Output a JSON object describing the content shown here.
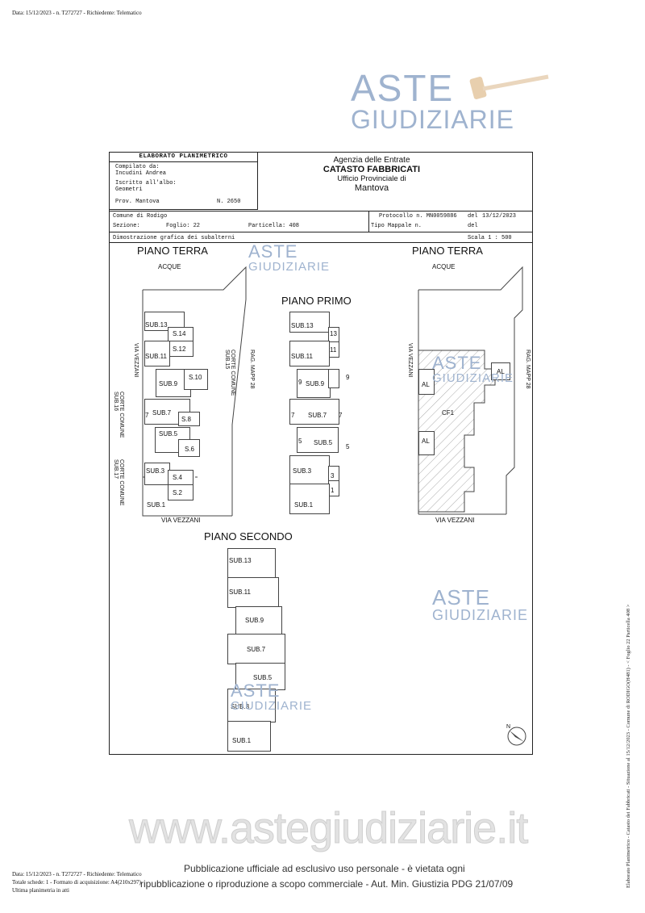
{
  "top_note": "Data: 15/12/2023 - n. T272727 - Richiedente: Telematico",
  "watermark": {
    "aste": "ASTE",
    "giudiziarie": "GIUDIZIARIE",
    "url": "www.astegiudiziarie.it"
  },
  "header": {
    "box_title": "ELABORATO PLANIMETRICO",
    "compilato_label": "Compilato da:",
    "compilato_name": "Incudini Andrea",
    "iscritto_label": "Iscritto all'albo:",
    "iscritto_value": "Geometri",
    "prov": "Prov. Mantova",
    "numero": "N. 2650",
    "agency": "Agenzia delle Entrate",
    "catasto": "CATASTO FABBRICATI",
    "ufficio": "Ufficio Provinciale di",
    "city": "Mantova"
  },
  "info": {
    "comune": "Comune di Rodigo",
    "sezione_label": "Sezione:",
    "foglio": "Foglio: 22",
    "particella": "Particella: 408",
    "protocollo": "Protocollo n. MN0059886",
    "del_label": "del",
    "del_date": "13/12/2023",
    "tipo_mappale": "Tipo Mappale n.",
    "del2": "del",
    "dimostrazione": "Dimostrazione grafica dei subalterni",
    "scala": "Scala 1 : 500"
  },
  "plans": {
    "terra_left": {
      "title": "PIANO TERRA",
      "acque": "ACQUE",
      "via_vezzani_side": "VIA VEZZANI",
      "via_vezzani_bottom": "VIA VEZZANI",
      "corte_sub16": "CORTE COMUNE SUB.16",
      "corte_sub17": "CORTE COMUNE SUB.17",
      "corte_sub15": "CORTE COMUNE SUB.15",
      "rag_mapp": "RAG. MAPP 28",
      "labels": [
        "SUB.13",
        "S.14",
        "S.12",
        "SUB.11",
        "SUB.9",
        "S.10",
        "SUB.7",
        "S.8",
        "7",
        "SUB.5",
        "S.6",
        "SUB.3",
        "S.4",
        "S.2",
        "SUB.1"
      ]
    },
    "primo": {
      "title": "PIANO PRIMO",
      "labels": [
        "SUB.13",
        "13",
        "11",
        "SUB.11",
        "9",
        "SUB.9",
        "9",
        "7",
        "SUB.7",
        "7",
        "5",
        "SUB.5",
        "5",
        "SUB.3",
        "3",
        "1",
        "SUB.1"
      ]
    },
    "terra_right": {
      "title": "PIANO TERRA",
      "acque": "ACQUE",
      "via_vezzani_side": "VIA VEZZANI",
      "via_vezzani_bottom": "VIA VEZZANI",
      "rag_mapp": "RAG. MAPP 28",
      "labels": [
        "AL",
        "AL",
        "CF1",
        "AL"
      ]
    },
    "secondo": {
      "title": "PIANO SECONDO",
      "labels": [
        "SUB.13",
        "SUB.11",
        "SUB.9",
        "SUB.7",
        "SUB.5",
        "SUB.3",
        "SUB.1"
      ]
    },
    "north": "N"
  },
  "footer": {
    "line1": "Data: 15/12/2023 - n. T272727 - Richiedente: Telematico",
    "line2": "Totale schede: 1 - Formato di acquisizione: A4(210x297)",
    "line3": "Ultima planimetria in atti",
    "pub1": "Pubblicazione ufficiale ad esclusivo uso personale - è vietata ogni",
    "pub2": "ripubblicazione o riproduzione a scopo commerciale - Aut. Min. Giustizia PDG 21/07/09"
  },
  "side_note": "Elaborato Planimetrico - Catasto dei Fabbricati - Situazione al 15/12/2023 - Comune di RODIGO(H481) - < Foglio 22 Particella 408 >"
}
